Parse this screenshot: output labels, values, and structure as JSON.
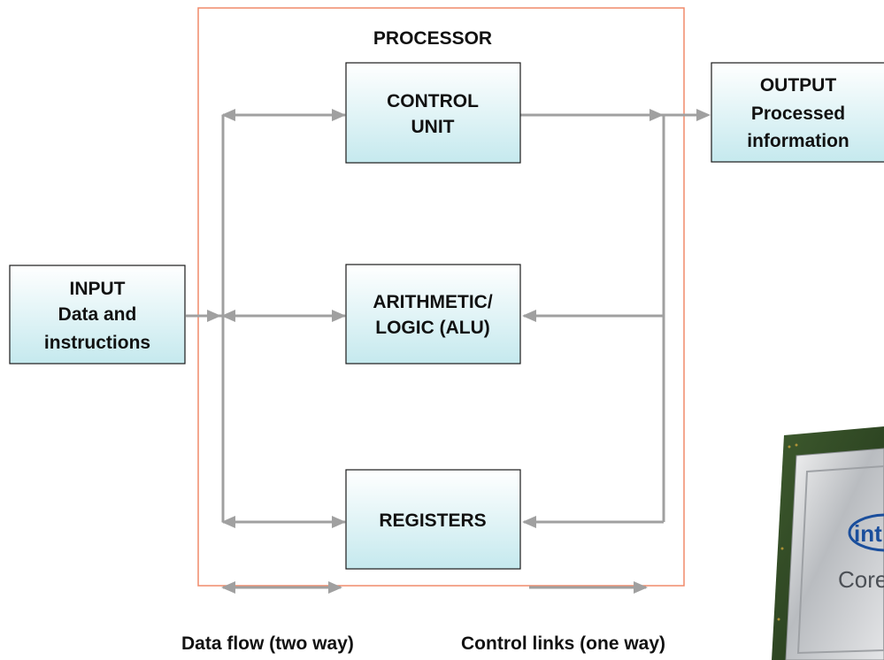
{
  "processor": {
    "title": "PROCESSOR"
  },
  "boxes": {
    "control_unit": [
      "CONTROL",
      "UNIT"
    ],
    "alu": [
      "ARITHMETIC/",
      "LOGIC (ALU)"
    ],
    "registers": [
      "REGISTERS"
    ],
    "input": [
      "INPUT",
      "Data and",
      "instructions"
    ],
    "output": [
      "OUTPUT",
      "Processed",
      "information"
    ]
  },
  "legend": {
    "data_flow": "Data flow (two way)",
    "control_links": "Control links (one way)"
  },
  "chip_image": {
    "brand_text": "int",
    "model_text": "Core"
  },
  "colors": {
    "processor_border": "#f08a6a",
    "box_fill_top": "#ffffff",
    "box_fill_bottom": "#c5e9ee",
    "box_border": "#1a1a1a",
    "arrow": "#a0a0a0",
    "text": "#111111"
  }
}
